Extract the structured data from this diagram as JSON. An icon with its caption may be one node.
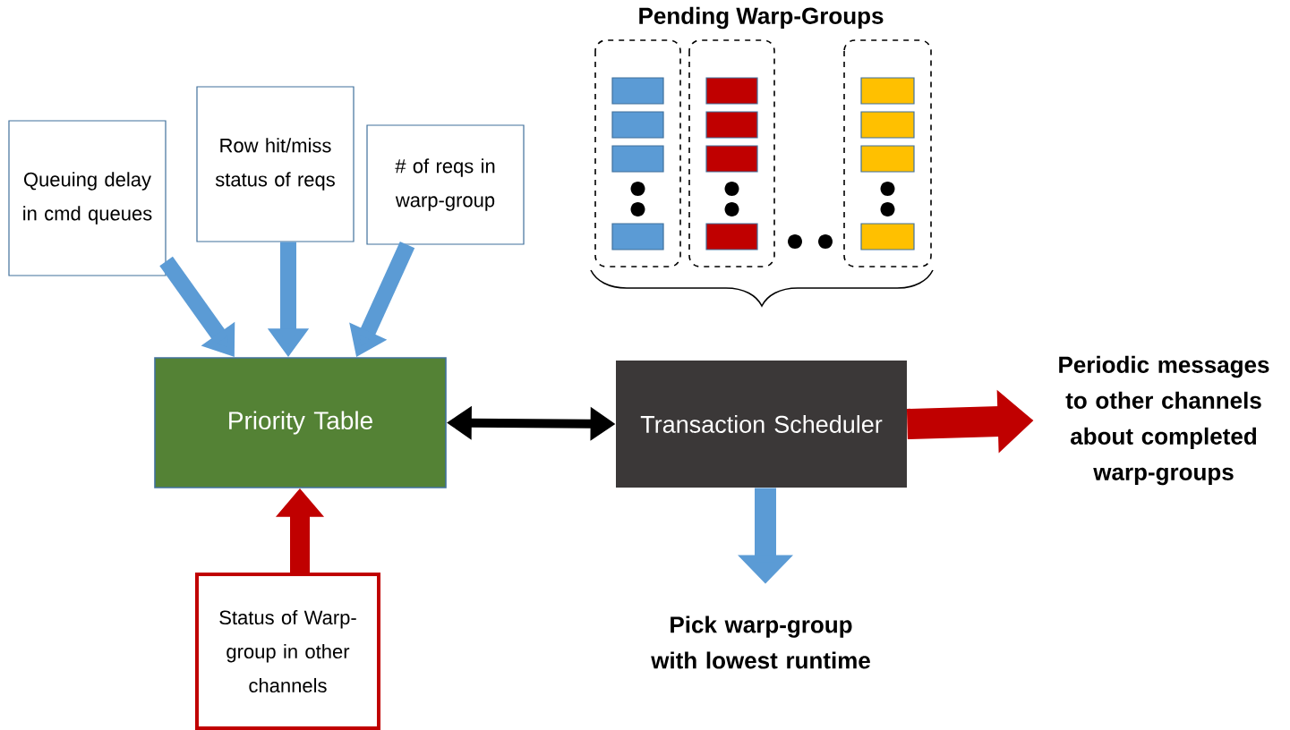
{
  "diagram": {
    "title": "Pending Warp-Groups",
    "nodes": [
      {
        "text": [
          "Queuing delay in cmd queues"
        ]
      },
      {
        "text": [
          "Row hit/miss status of reqs"
        ]
      },
      {
        "text": [
          "# of reqs in warp-group"
        ]
      },
      {
        "text": [
          "Priority Table"
        ]
      },
      {
        "text": [
          "Status of Warp-group in other channels"
        ]
      },
      {
        "text": [
          "Transaction Scheduler"
        ]
      },
      {
        "text": [
          "Periodic messages to other channels about completed warp-groups"
        ]
      },
      {
        "text": [
          "Pick warp-group with lowest runtime"
        ]
      }
    ],
    "edges": [
      {
        "from": 0,
        "to": 3,
        "arrow": "to"
      },
      {
        "from": 1,
        "to": 3,
        "arrow": "to"
      },
      {
        "from": 2,
        "to": 3,
        "arrow": "to"
      },
      {
        "from": 4,
        "to": 3,
        "arrow": "to",
        "color": "#c00000"
      },
      {
        "from": 3,
        "to": 5,
        "arrow": "both",
        "color": "#000000"
      },
      {
        "from": 5,
        "to": 6,
        "arrow": "to",
        "color": "#c00000",
        "style": "thick"
      },
      {
        "from": 5,
        "to": 7,
        "arrow": "to"
      }
    ]
  }
}
